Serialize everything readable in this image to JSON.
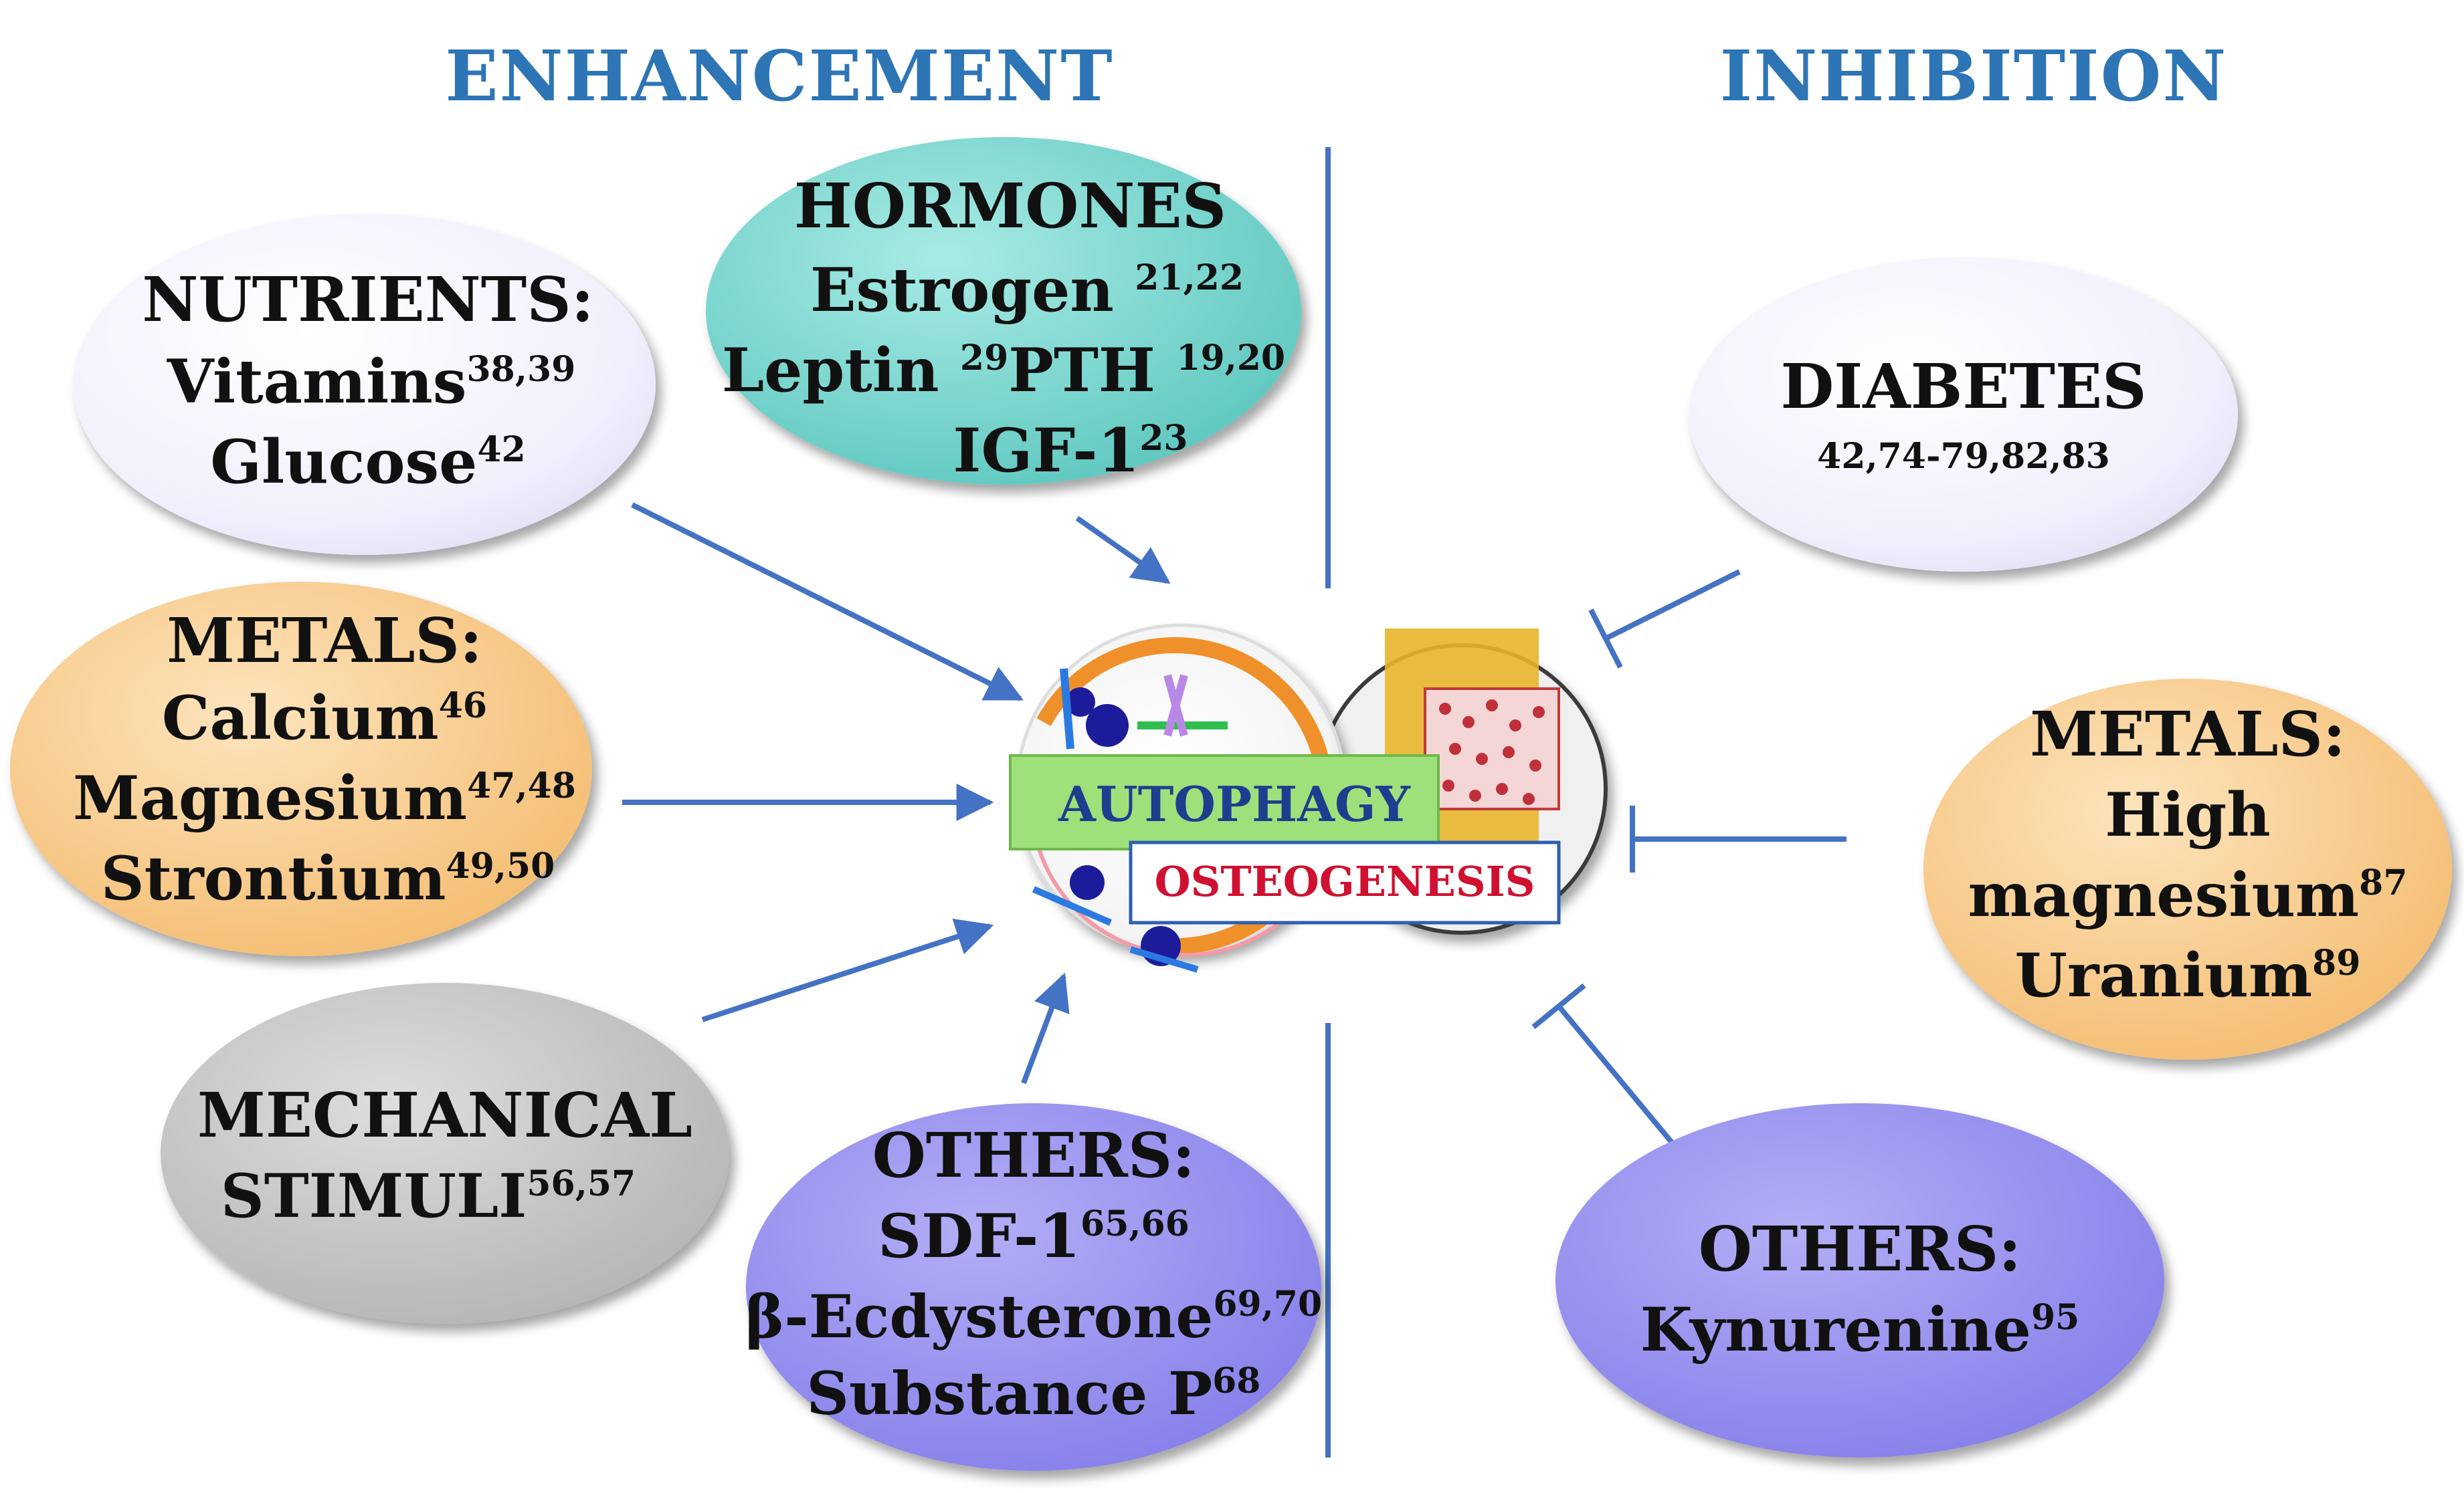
{
  "headers": {
    "enhancement": "ENHANCEMENT",
    "inhibition": "INHIBITION"
  },
  "colors": {
    "header_blue": "#2e75b6",
    "arrow_blue": "#4472c4",
    "lavender": "#f2eefc",
    "teal": "#79d6cf",
    "orange": "#f9cc8f",
    "gray": "#c8c8c8",
    "periwinkle": "#9b95f1",
    "autophagy_box": "#9ee07a",
    "osteogenesis_text": "#d01030"
  },
  "center": {
    "autophagy": "AUTOPHAGY",
    "osteogenesis": "OSTEOGENESIS"
  },
  "nodes": {
    "nutrients": {
      "title": "NUTRIENTS:",
      "item1": "Vitamins",
      "item1_ref": "38,39",
      "item2": "Glucose",
      "item2_ref": "42"
    },
    "hormones": {
      "title": "HORMONES",
      "item1": "Estrogen ",
      "item1_ref": "21,22",
      "item2a": "Leptin ",
      "item2a_ref": "29",
      "item2b": "PTH ",
      "item2b_ref": "19,20",
      "item3": "IGF-1",
      "item3_ref": "23"
    },
    "metals_enh": {
      "title": "METALS:",
      "item1": "Calcium",
      "item1_ref": "46",
      "item2": "Magnesium",
      "item2_ref": "47,48",
      "item3": "Strontium",
      "item3_ref": "49,50"
    },
    "mechanical": {
      "line1": "MECHANICAL",
      "line2": "STIMULI",
      "line2_ref": "56,57"
    },
    "others_enh": {
      "title": "OTHERS:",
      "item1": "SDF-1",
      "item1_ref": "65,66",
      "item2": "β-Ecdysterone",
      "item2_ref": "69,70",
      "item3": "Substance P",
      "item3_ref": "68"
    },
    "diabetes": {
      "title": "DIABETES",
      "refs": "42,74-79,82,83"
    },
    "metals_inh": {
      "title": "METALS:",
      "item1": "High",
      "item2": "magnesium",
      "item2_ref": "87",
      "item3": "Uranium",
      "item3_ref": "89"
    },
    "others_inh": {
      "title": "OTHERS:",
      "item1": "Kynurenine",
      "item1_ref": "95"
    }
  }
}
